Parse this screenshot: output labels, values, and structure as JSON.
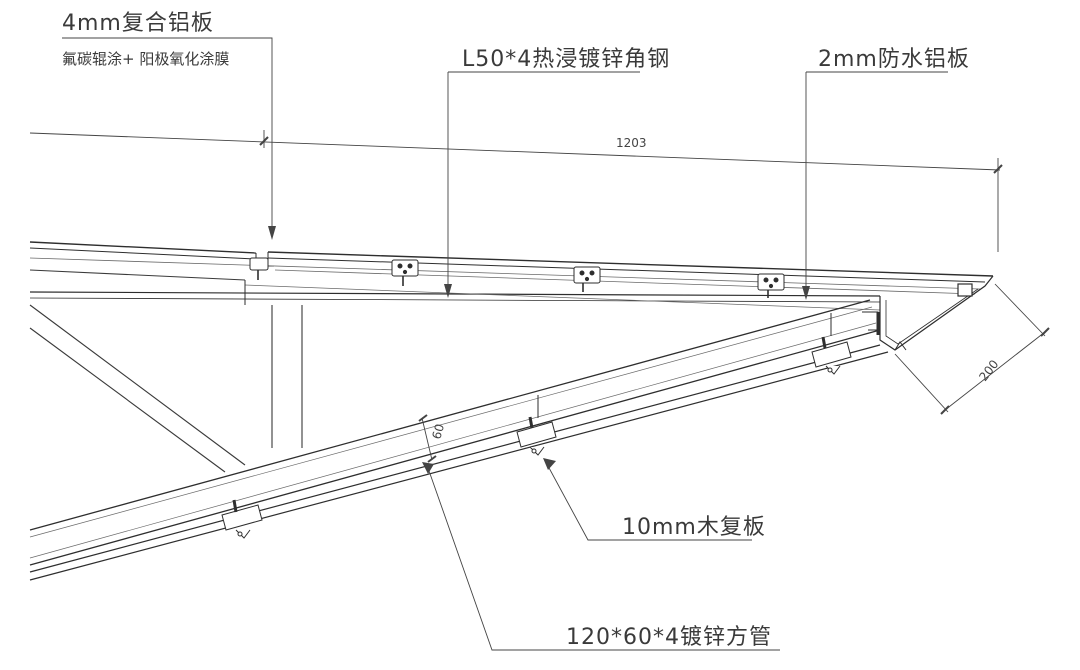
{
  "labels": {
    "composite_panel": "4mm复合铝板",
    "composite_coating": "氟碳辊涂+ 阳极氧化涂膜",
    "angle_steel": "L50*4热浸镀锌角钢",
    "waterproof_panel": "2mm防水铝板",
    "wood_panel": "10mm木复板",
    "square_tube": "120*60*4镀锌方管"
  },
  "dimensions": {
    "width": "1203",
    "height": "200",
    "tube_depth": "60"
  },
  "colors": {
    "line": "#2e2e2e",
    "fine_line": "#6a6a6a",
    "text": "#3a3a3a"
  }
}
